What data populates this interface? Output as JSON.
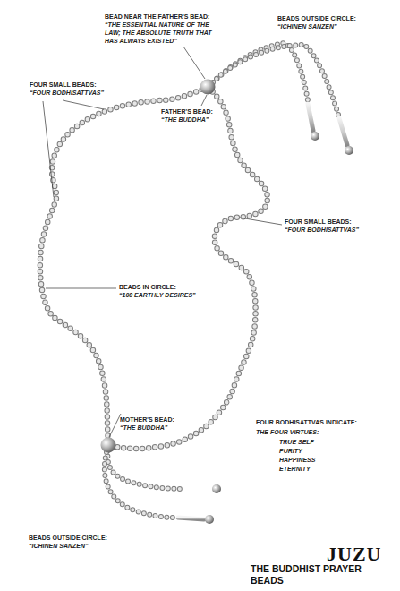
{
  "diagram": {
    "title": "JUZU",
    "labels": [
      "BEAD NEAR THE FATHER'S BEAD:",
      "“THE ESSENTIAL NATURE OF THE LAW; THE ABSOLUTE TRUTH THAT HAS ALWAYS EXISTED”",
      "BEADS OUTSIDE CIRCLE:",
      "“ICHINEN SANZEN”",
      "FOUR SMALL BEADS:",
      "“FOUR BODHISATTVAS”",
      "FATHER'S BEAD:",
      "“THE BUDDHA”",
      "FOUR SMALL BEADS:",
      "“FOUR BODHISATTVAS”",
      "BEADS IN CIRCLE:",
      "“108 EARTHLY DESIRES”",
      "MOTHER'S BEAD:",
      "“THE BUDDHA”",
      "FOUR BODHISATTVAS INDICATE:",
      "THE FOUR VIRTUES:",
      "TRUE SELF",
      "PURITY",
      "HAPPINESS",
      "ETERNITY",
      "BEADS OUTSIDE CIRCLE:",
      "“ICHINEN SANZEN”",
      "THE BUDDHIST PRAYER BEADS"
    ]
  }
}
